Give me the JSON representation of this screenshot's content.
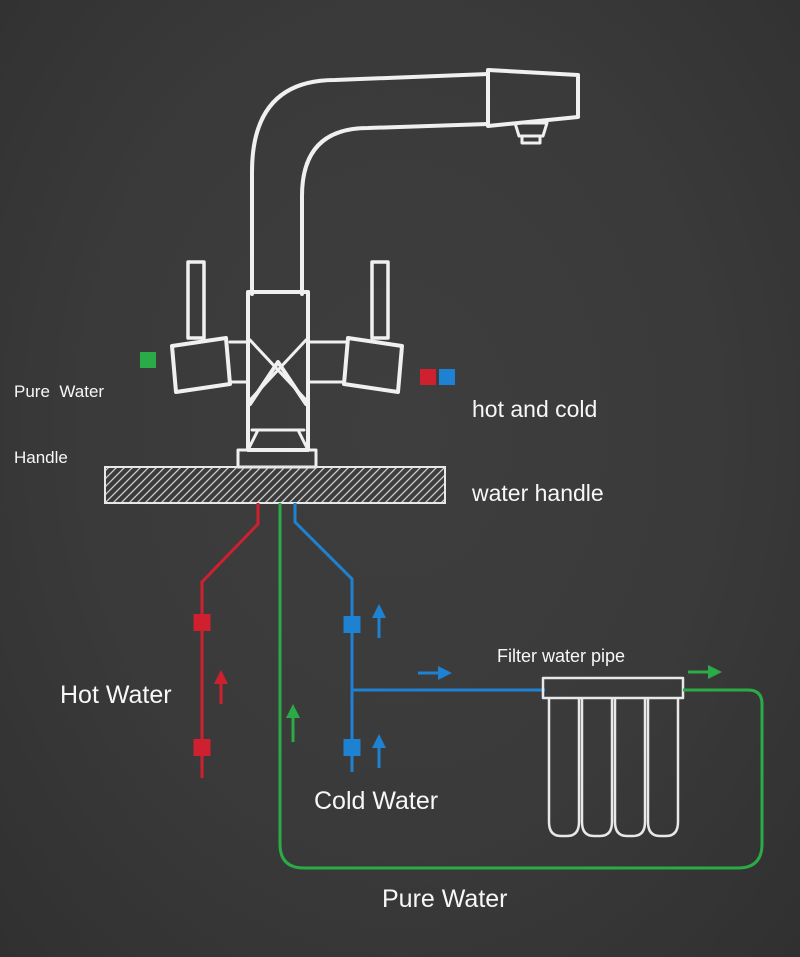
{
  "title": "Three-way kitchen faucet plumbing diagram",
  "colors": {
    "bg": "#3a3a3a",
    "line": "#f0f0f0",
    "hot": "#cf2030",
    "cold": "#1e81d2",
    "pure": "#2aab47",
    "text": "#f7f7f7"
  },
  "labels": {
    "pure_water_handle": {
      "line1": "Pure  Water",
      "line2": "Handle"
    },
    "hot_cold_handle": {
      "line1": "hot and cold",
      "line2": "water handle"
    },
    "hot_water": "Hot Water",
    "cold_water": "Cold Water",
    "filter_water_pipe": "Filter water pipe",
    "pure_water": "Pure Water"
  },
  "legend": {
    "pure_water_swatch_color": "#2aab47",
    "hot_swatch_color": "#cf2030",
    "cold_swatch_color": "#1e81d2"
  }
}
